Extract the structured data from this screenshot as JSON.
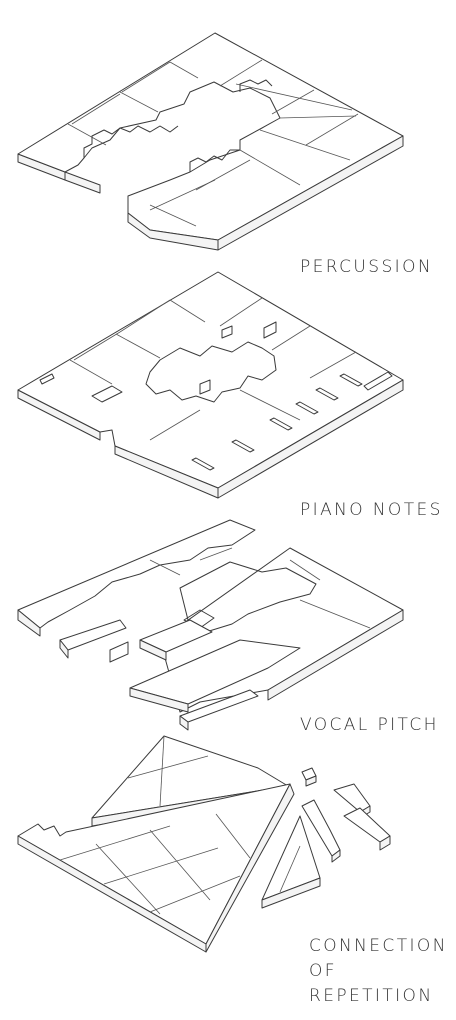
{
  "labels": {
    "percussion": "PERCUSSION",
    "piano_notes": "PIANO NOTES",
    "vocal_pitch": "VOCAL PITCH",
    "connection_line1": "CONNECTION",
    "connection_line2": "OF",
    "connection_line3": "REPETITION"
  },
  "colors": {
    "line": "#3b3b3b",
    "label": "#333333",
    "background": "#ffffff"
  }
}
